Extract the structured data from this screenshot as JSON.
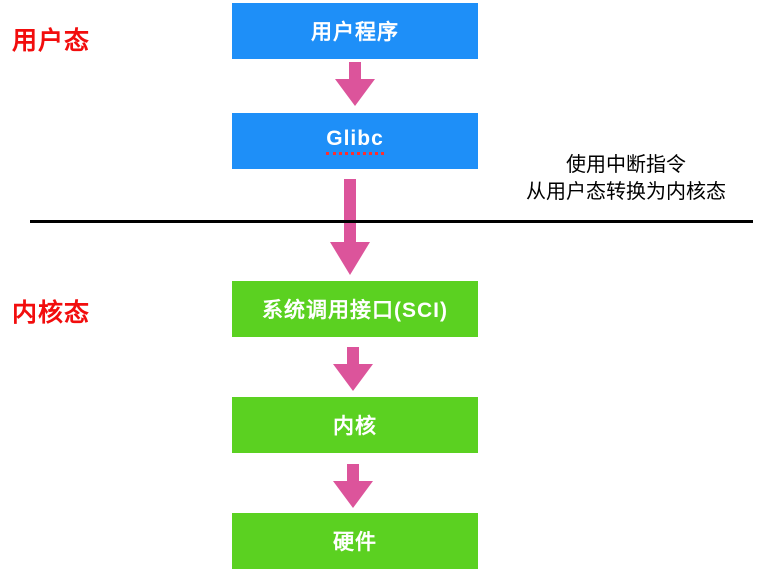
{
  "diagram": {
    "type": "flowchart",
    "topic": "Linux system call flow from user mode to kernel mode",
    "zone_labels": {
      "user_mode": "用户态",
      "kernel_mode": "内核态"
    },
    "nodes": [
      {
        "id": "user-program",
        "label": "用户程序",
        "zone": "user",
        "color": "#1e8ff8"
      },
      {
        "id": "glibc",
        "label": "Glibc",
        "zone": "user",
        "color": "#1e8ff8",
        "underline": "red-dotted-spellcheck"
      },
      {
        "id": "sci",
        "label": "系统调用接口(SCI)",
        "zone": "kernel",
        "color": "#5bd121"
      },
      {
        "id": "kernel",
        "label": "内核",
        "zone": "kernel",
        "color": "#5bd121"
      },
      {
        "id": "hardware",
        "label": "硬件",
        "zone": "kernel",
        "color": "#5bd121"
      }
    ],
    "edges": [
      {
        "from": "user-program",
        "to": "glibc"
      },
      {
        "from": "glibc",
        "to": "sci",
        "crosses_divider": true
      },
      {
        "from": "sci",
        "to": "kernel"
      },
      {
        "from": "kernel",
        "to": "hardware"
      }
    ],
    "annotation": {
      "line1": "使用中断指令",
      "line2": "从用户态转换为内核态"
    },
    "colors": {
      "user_box": "#1e8ff8",
      "kernel_box": "#5bd121",
      "arrow": "#dc549b",
      "zone_label_text": "#f20d0d",
      "box_text": "#ffffff",
      "divider": "#000000",
      "annotation_text": "#000000",
      "background": "#ffffff"
    }
  }
}
